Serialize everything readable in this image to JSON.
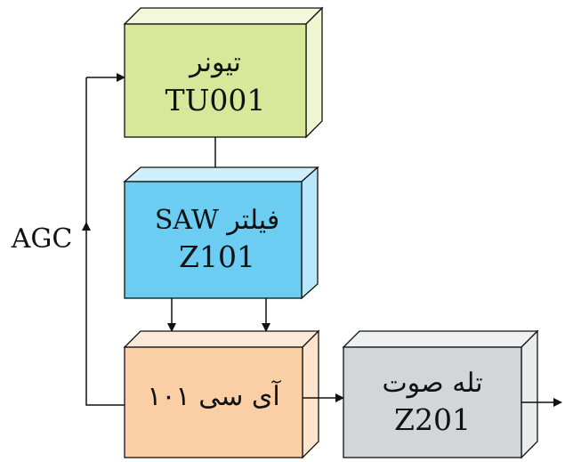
{
  "blocks": {
    "tuner": {
      "line1": "تیونر",
      "line2": "TU001",
      "front": "#d7e89a",
      "side": "#eef5cf",
      "top": "#f3f8dd"
    },
    "saw": {
      "line1": "فیلتر SAW",
      "line2": "Z101",
      "front": "#6ccdf2",
      "side": "#b8e6fb",
      "top": "#cfeffc"
    },
    "ic": {
      "line1": "آی سی ۱۰۱",
      "front": "#fbcfa5",
      "side": "#fde4cd",
      "top": "#fde9d7"
    },
    "trap": {
      "line1": "تله صوت",
      "line2": "Z201",
      "front": "#d3d6d8",
      "side": "#e9ebec",
      "top": "#eef0f1"
    }
  },
  "agc_label": "AGC"
}
